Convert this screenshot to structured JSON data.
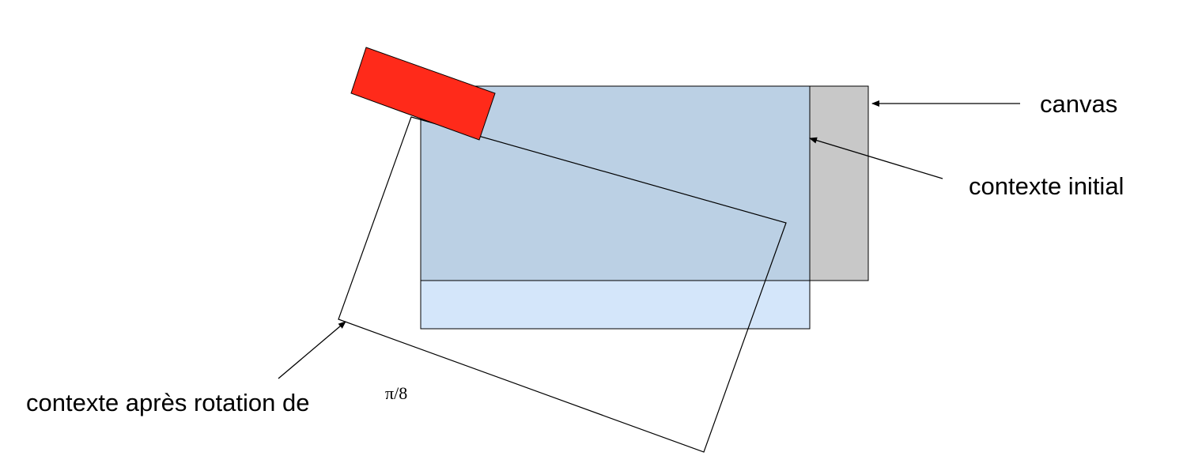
{
  "labels": {
    "canvas": "canvas",
    "initial_context": "contexte initial",
    "rotated_context": "contexte après rotation de",
    "rotation_angle": "π/8"
  },
  "colors": {
    "canvas_fill": "#c8c8c8",
    "initial_context_fill": "#d4e6fa",
    "overlap_fill": "#bbd0e4",
    "red_rect_fill": "#ff2a1a",
    "stroke": "#000000",
    "background": "#ffffff"
  },
  "rotation": {
    "angle": "pi/8"
  }
}
